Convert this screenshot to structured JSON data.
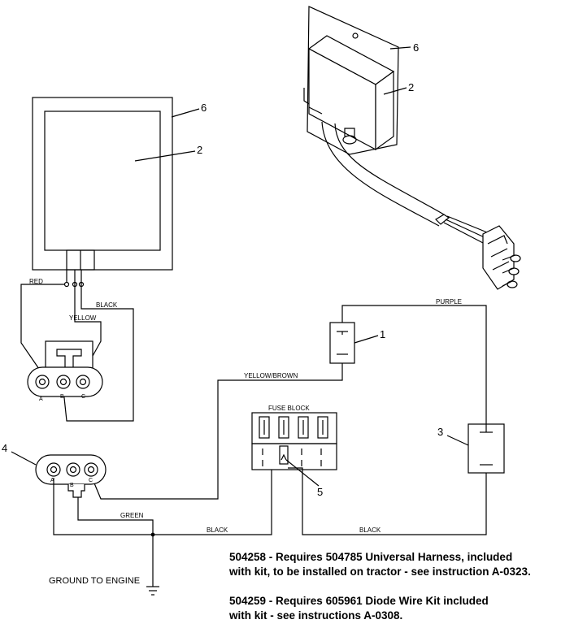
{
  "labels": {
    "callout_6_top": "6",
    "callout_2_top": "2",
    "callout_6_left": "6",
    "callout_2_left": "2",
    "callout_1": "1",
    "callout_3": "3",
    "callout_4": "4",
    "callout_5": "5",
    "wire_red": "RED",
    "wire_black_1": "BLACK",
    "wire_yellow": "YELLOW",
    "wire_purple": "PURPLE",
    "wire_yellow_brown": "YELLOW/BROWN",
    "fuse_block": "FUSE BLOCK",
    "wire_green": "GREEN",
    "wire_black_2": "BLACK",
    "wire_black_3": "BLACK",
    "ground": "GROUND TO ENGINE",
    "pin_a_top": "A",
    "pin_b_top": "B",
    "pin_c_top": "C",
    "pin_a_bot": "A",
    "pin_b_bot": "B",
    "pin_c_bot": "C"
  },
  "notes": {
    "note1_line1": "504258 - Requires 504785 Universal Harness, included",
    "note1_line2": "with kit, to be installed on tractor - see instruction A-0323.",
    "note2_line1": "504259 - Requires 605961 Diode Wire Kit included",
    "note2_line2": "with kit - see instructions A-0308."
  }
}
